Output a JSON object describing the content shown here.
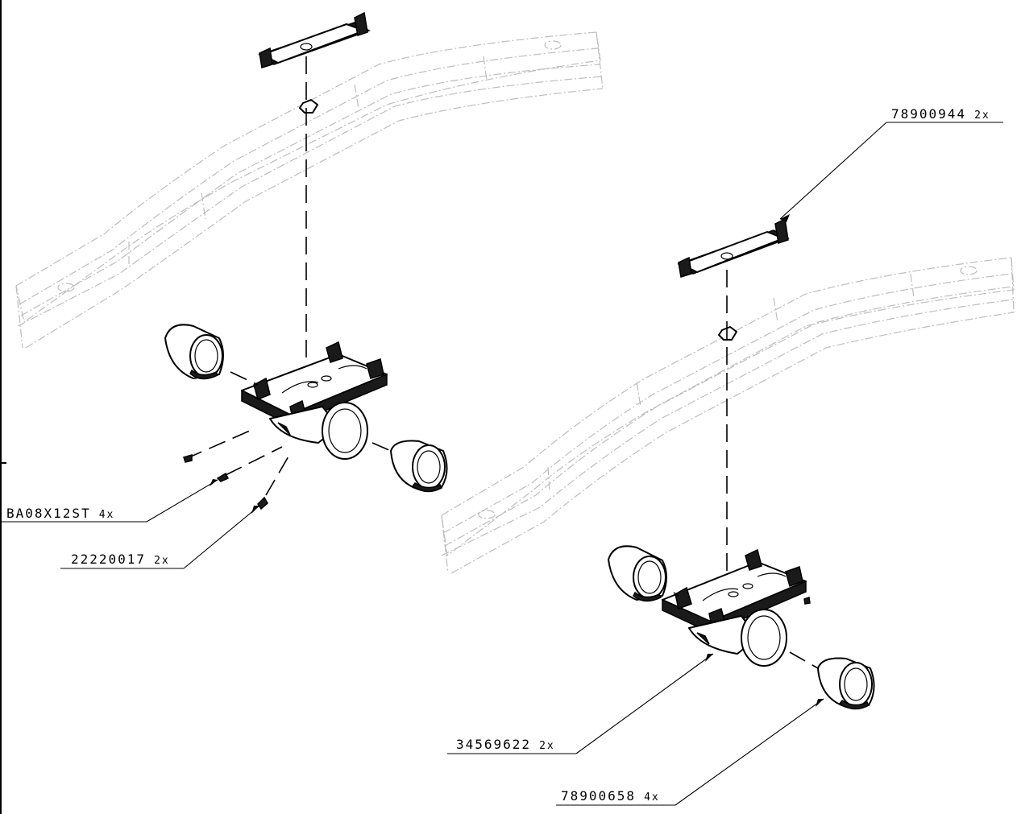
{
  "callouts": [
    {
      "part_number": "78900944",
      "qty": "2x"
    },
    {
      "part_number": "BA08X12ST",
      "qty": "4x"
    },
    {
      "part_number": "22220017",
      "qty": "2x"
    },
    {
      "part_number": "34569622",
      "qty": "2x"
    },
    {
      "part_number": "78900658",
      "qty": "4x"
    }
  ],
  "colors": {
    "ink": "#000000",
    "phantom": "#bdbdbd",
    "paper": "#ffffff"
  }
}
